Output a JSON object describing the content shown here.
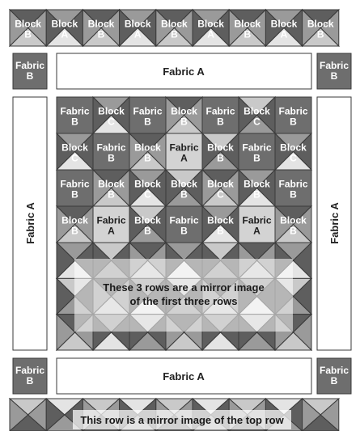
{
  "top_row": [
    {
      "line1": "Block",
      "line2": "B"
    },
    {
      "line1": "Block",
      "line2": "A"
    },
    {
      "line1": "Block",
      "line2": "B"
    },
    {
      "line1": "Block",
      "line2": "A"
    },
    {
      "line1": "Block",
      "line2": "B"
    },
    {
      "line1": "Block",
      "line2": "A"
    },
    {
      "line1": "Block",
      "line2": "B"
    },
    {
      "line1": "Block",
      "line2": "A"
    },
    {
      "line1": "Block",
      "line2": "B"
    }
  ],
  "fabric_a_top": "Fabric A",
  "fabric_a_bottom": "Fabric A",
  "fabric_a_left": "Fabric A",
  "fabric_a_right": "Fabric A",
  "corner_labels": {
    "line1": "Fabric",
    "line2": "B"
  },
  "center_grid": [
    [
      {
        "line1": "Fabric",
        "line2": "B"
      },
      {
        "line1": "Block",
        "line2": "C"
      },
      {
        "line1": "Fabric",
        "line2": "B"
      },
      {
        "line1": "Block",
        "line2": "B"
      },
      {
        "line1": "Fabric",
        "line2": "B"
      },
      {
        "line1": "Block",
        "line2": "C"
      },
      {
        "line1": "Fabric",
        "line2": "B"
      }
    ],
    [
      {
        "line1": "Block",
        "line2": "C"
      },
      {
        "line1": "Fabric",
        "line2": "B"
      },
      {
        "line1": "Block",
        "line2": "B"
      },
      {
        "line1": "Fabric",
        "line2": "A"
      },
      {
        "line1": "Block",
        "line2": "B"
      },
      {
        "line1": "Fabric",
        "line2": "B"
      },
      {
        "line1": "Block",
        "line2": "C"
      }
    ],
    [
      {
        "line1": "Fabric",
        "line2": "B"
      },
      {
        "line1": "Block",
        "line2": "B"
      },
      {
        "line1": "Block",
        "line2": "C"
      },
      {
        "line1": "Block",
        "line2": "B"
      },
      {
        "line1": "Block",
        "line2": "C"
      },
      {
        "line1": "Block",
        "line2": "B"
      },
      {
        "line1": "Fabric",
        "line2": "B"
      }
    ],
    [
      {
        "line1": "Block",
        "line2": "B"
      },
      {
        "line1": "Fabric",
        "line2": "A"
      },
      {
        "line1": "Block",
        "line2": "B"
      },
      {
        "line1": "Fabric",
        "line2": "B"
      },
      {
        "line1": "Block",
        "line2": "B"
      },
      {
        "line1": "Fabric",
        "line2": "A"
      },
      {
        "line1": "Block",
        "line2": "B"
      }
    ]
  ],
  "mirror_note": {
    "line1": "These 3 rows are a mirror image",
    "line2": "of the first three rows"
  },
  "bottom_note": "This row is a mirror image of the top row",
  "colors": {
    "fabric_a": "#d3d3d3",
    "fabric_b": "#6e6e6e",
    "block_dark": "#5e5e5e",
    "block_mid": "#9a9a9a",
    "block_light": "#c9c9c9",
    "block_pale": "#e4e4e4",
    "outline": "#3a3a3a"
  }
}
